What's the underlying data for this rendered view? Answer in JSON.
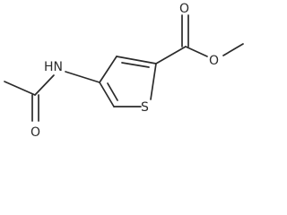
{
  "molecule": {
    "atoms": {
      "nh": "HN",
      "s": "S",
      "o_acetyl": "O",
      "o_carbonyl": "O",
      "o_ester": "O"
    }
  }
}
